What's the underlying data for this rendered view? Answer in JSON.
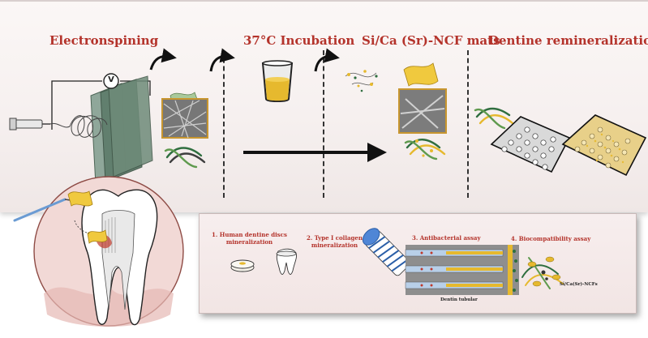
{
  "stages": [
    {
      "title": "Electronspining"
    },
    {
      "title": "37°C Incubation"
    },
    {
      "title": "Si/Ca (Sr)-NCF mats"
    },
    {
      "title": "Dentine remineralization"
    }
  ],
  "assays": [
    {
      "line1": "1. Human dentine discs",
      "line2": "mineralization"
    },
    {
      "line1": "2. Type I collagen",
      "line2": "mineralization"
    },
    {
      "line1": "3. Antibacterial assay",
      "line2": ""
    },
    {
      "line1": "4. Biocompatibility assay",
      "line2": ""
    }
  ],
  "annotations": {
    "dentin_tubular": "Dentin tubular",
    "ncf_label": "Si/Ca(Sr)-NCFs",
    "voltmeter_symbol": "V"
  },
  "colors": {
    "title_red": "#b4332b",
    "fiber_green": "#2f6e3f",
    "mineral_yellow": "#e6b92e",
    "membrane_green": "#5f7d6c"
  }
}
